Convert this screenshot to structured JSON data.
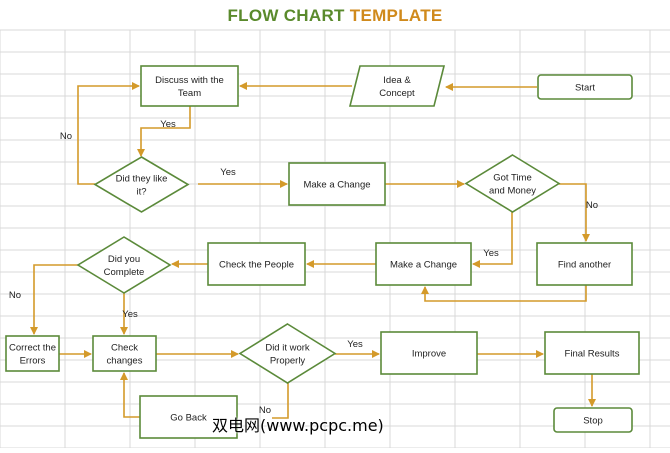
{
  "title": {
    "part1": "FLOW CHART",
    "part2": "TEMPLATE",
    "color1": "#5a8a2c",
    "color2": "#d08a1c"
  },
  "colors": {
    "node_border": "#5b8a3a",
    "arrow": "#d49a2a",
    "grid": "#d9d9d9"
  },
  "nodes": {
    "start": [
      "Start"
    ],
    "idea": [
      "Idea &",
      "Concept"
    ],
    "discuss": [
      "Discuss with the",
      "Team"
    ],
    "did_like": [
      "Did they like",
      "it?"
    ],
    "make_change_1": [
      "Make a Change"
    ],
    "got_time": [
      "Got Time",
      "and Money"
    ],
    "find_another": [
      "Find another"
    ],
    "make_change_2": [
      "Make a Change"
    ],
    "check_people": [
      "Check the People"
    ],
    "did_complete": [
      "Did you",
      "Complete"
    ],
    "correct_errors": [
      "Correct the",
      "Errors"
    ],
    "check_changes": [
      "Check",
      "changes"
    ],
    "did_work": [
      "Did it work",
      "Properly"
    ],
    "improve": [
      "Improve"
    ],
    "final_results": [
      "Final Results"
    ],
    "stop": [
      "Stop"
    ],
    "go_back": [
      "Go Back"
    ]
  },
  "edge_labels": {
    "no_discuss": "No",
    "yes_discuss": "Yes",
    "yes_like": "Yes",
    "no_time": "No",
    "yes_time": "Yes",
    "no_complete": "No",
    "yes_complete": "Yes",
    "yes_work": "Yes",
    "no_work": "No"
  },
  "watermark": "双电网(www.pcpc.me)"
}
